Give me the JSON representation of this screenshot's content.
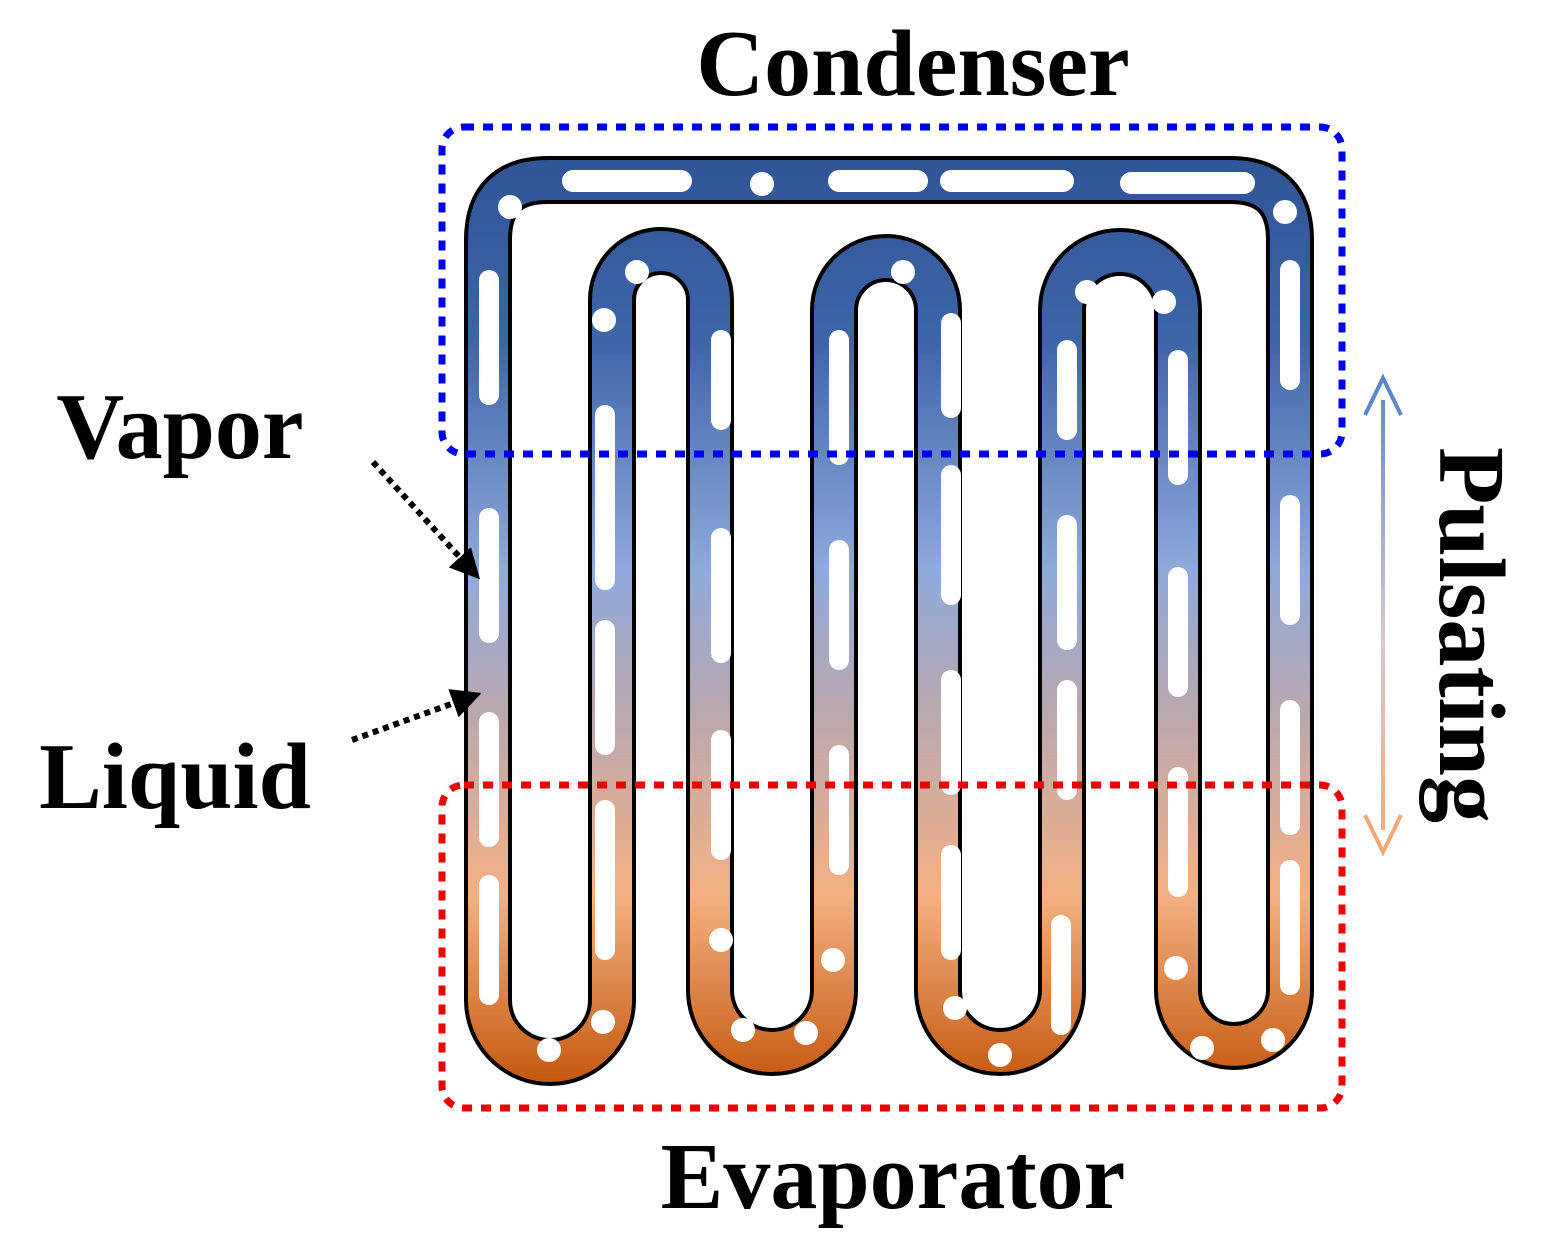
{
  "labels": {
    "condenser": "Condenser",
    "evaporator": "Evaporator",
    "vapor": "Vapor",
    "liquid": "Liquid",
    "pulsating": "Pulsating"
  },
  "colors": {
    "condenser_box": "#0000ee",
    "evaporator_box": "#ee0000",
    "tube_outline": "#000000",
    "fluid_cold": "#2f5597",
    "fluid_mid_blue": "#8faadc",
    "fluid_neutral": "#b4a7b5",
    "fluid_warm": "#f4b183",
    "fluid_hot": "#c55a11",
    "vapor_slug": "#ffffff",
    "arrow_top": "#5b86c8",
    "arrow_bottom": "#f0a878"
  }
}
